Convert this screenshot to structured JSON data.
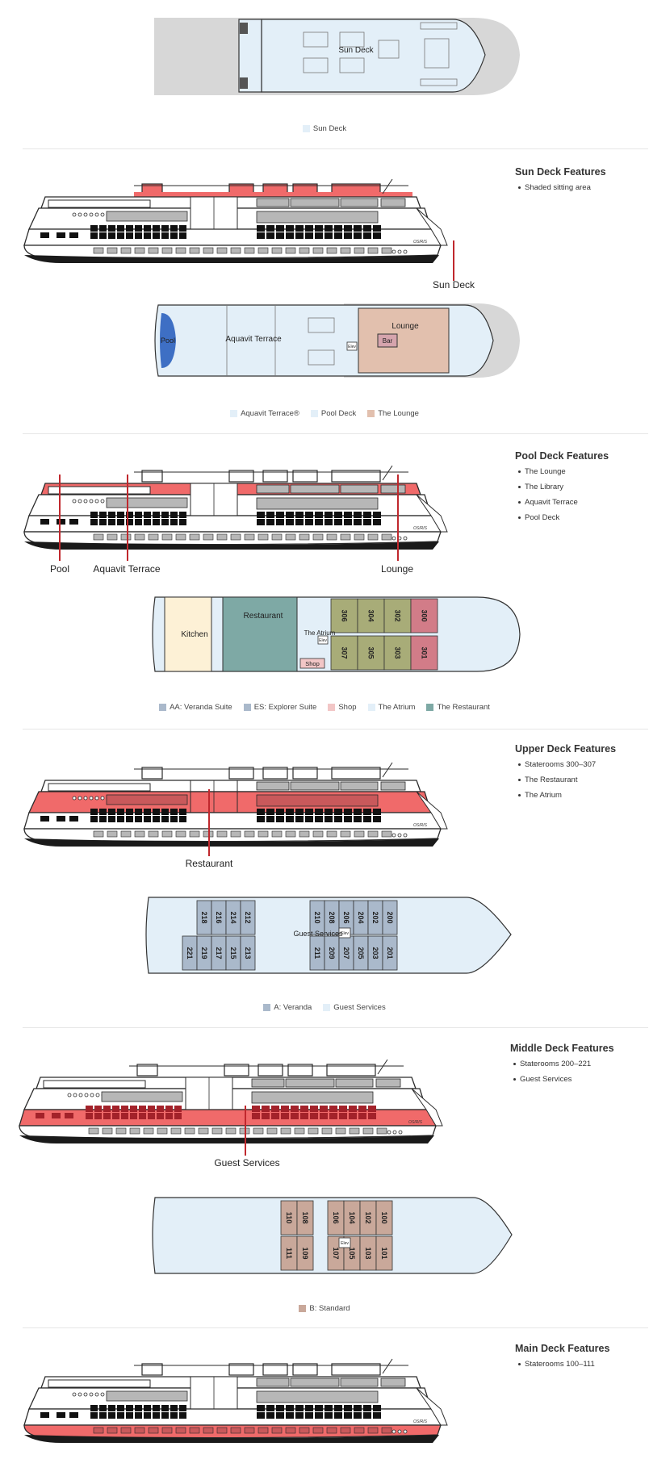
{
  "colors": {
    "red": "#f06a6a",
    "deck": "#e3eff8",
    "outline": "#2a2a2a",
    "grey": "#b7b7b7",
    "kitchen": "#fdf1d6",
    "restaurant": "#7ea9a5",
    "suite_green": "#a8ac78",
    "suite_pink": "#d27c88",
    "veranda": "#aab9cb",
    "standard": "#c9a89a",
    "lounge": "#e2c0ae",
    "shop": "#f2c6c6"
  },
  "ship_name": "OSIRIS",
  "sun": {
    "plan_label": "Sun Deck",
    "legend": [
      {
        "label": "Sun Deck",
        "color": "#e3eff8"
      }
    ],
    "features_title": "Sun Deck Features",
    "features": [
      "Shaded sitting area"
    ],
    "callouts": [
      "Sun Deck"
    ]
  },
  "pool": {
    "plan_labels": {
      "pool": "Pool",
      "terrace": "Aquavit Terrace",
      "lounge": "Lounge",
      "bar": "Bar",
      "elev": "Elev"
    },
    "legend": [
      {
        "label": "Aquavit Terrace®",
        "color": "#e3eff8"
      },
      {
        "label": "Pool Deck",
        "color": "#e3eff8"
      },
      {
        "label": "The Lounge",
        "color": "#e2c0ae"
      }
    ],
    "features_title": "Pool Deck Features",
    "features": [
      "The Lounge",
      "The Library",
      "Aquavit Terrace",
      "Pool Deck"
    ],
    "callouts": [
      "Pool",
      "Aquavit Terrace",
      "Lounge"
    ]
  },
  "upper": {
    "plan_labels": {
      "kitchen": "Kitchen",
      "restaurant": "Restaurant",
      "atrium": "The Atrium",
      "shop": "Shop",
      "elev": "Elev"
    },
    "rooms_top": [
      "306",
      "304",
      "302",
      "300"
    ],
    "rooms_bottom": [
      "307",
      "305",
      "303",
      "301"
    ],
    "legend": [
      {
        "label": "AA: Veranda Suite",
        "color": "#aab9cb"
      },
      {
        "label": "ES: Explorer Suite",
        "color": "#aab9cb"
      },
      {
        "label": "Shop",
        "color": "#f2c6c6"
      },
      {
        "label": "The Atrium",
        "color": "#e3eff8"
      },
      {
        "label": "The Restaurant",
        "color": "#7ea9a5"
      }
    ],
    "features_title": "Upper Deck Features",
    "features": [
      "Staterooms 300–307",
      "The Restaurant",
      "The Atrium"
    ],
    "callouts": [
      "Restaurant"
    ]
  },
  "middle": {
    "plan_labels": {
      "guest": "Guest Services",
      "elev": "Elev"
    },
    "rooms_top_left": [
      "218",
      "216",
      "214",
      "212"
    ],
    "rooms_bottom_left": [
      "221",
      "219",
      "217",
      "215",
      "213"
    ],
    "rooms_top_right": [
      "210",
      "208",
      "206",
      "204",
      "202",
      "200"
    ],
    "rooms_bottom_right": [
      "211",
      "209",
      "207",
      "205",
      "203",
      "201"
    ],
    "legend": [
      {
        "label": "A: Veranda",
        "color": "#aab9cb"
      },
      {
        "label": "Guest Services",
        "color": "#e3eff8"
      }
    ],
    "features_title": "Middle Deck Features",
    "features": [
      "Staterooms 200–221",
      "Guest Services"
    ],
    "callouts": [
      "Guest Services"
    ]
  },
  "main": {
    "plan_labels": {
      "elev": "Elev"
    },
    "rooms_top_left": [
      "110",
      "108"
    ],
    "rooms_bottom_left": [
      "111",
      "109"
    ],
    "rooms_top_right": [
      "106",
      "104",
      "102",
      "100"
    ],
    "rooms_bottom_right": [
      "107",
      "105",
      "103",
      "101"
    ],
    "legend": [
      {
        "label": "B: Standard",
        "color": "#c9a89a"
      }
    ],
    "features_title": "Main Deck Features",
    "features": [
      "Staterooms 100–111"
    ]
  }
}
